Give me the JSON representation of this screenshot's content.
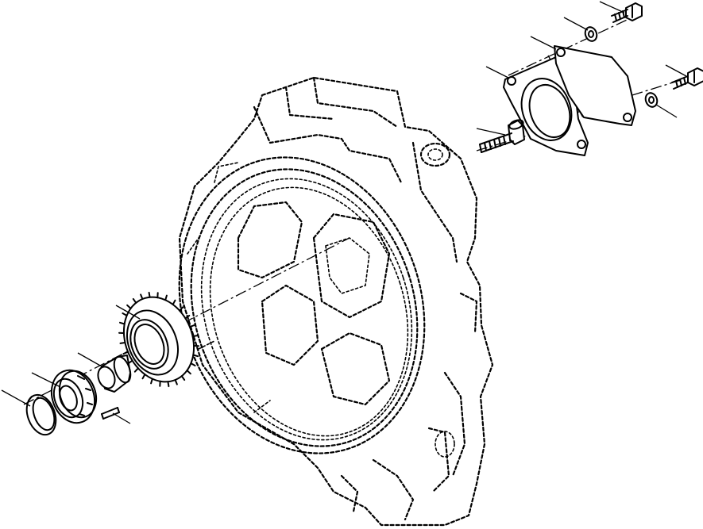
{
  "diagram": {
    "line_color": "#000000",
    "background_color": "#ffffff",
    "parts": [
      {
        "key": "snap-ring",
        "icon": "snap-ring-icon"
      },
      {
        "key": "bearing",
        "icon": "ball-bearing-icon"
      },
      {
        "key": "bushing",
        "icon": "bushing-icon"
      },
      {
        "key": "gear",
        "icon": "spur-gear-icon"
      },
      {
        "key": "pin",
        "icon": "pin-icon"
      },
      {
        "key": "cover-gasket",
        "icon": "gasket-icon"
      },
      {
        "key": "cover-plate",
        "icon": "cover-plate-icon"
      },
      {
        "key": "washer-upper",
        "icon": "washer-icon"
      },
      {
        "key": "bolt-upper",
        "icon": "bolt-icon"
      },
      {
        "key": "washer-right",
        "icon": "washer-icon"
      },
      {
        "key": "bolt-right",
        "icon": "bolt-icon"
      },
      {
        "key": "stud-bolt",
        "icon": "bolt-icon"
      },
      {
        "key": "housing",
        "icon": "flywheel-housing-icon"
      }
    ]
  }
}
